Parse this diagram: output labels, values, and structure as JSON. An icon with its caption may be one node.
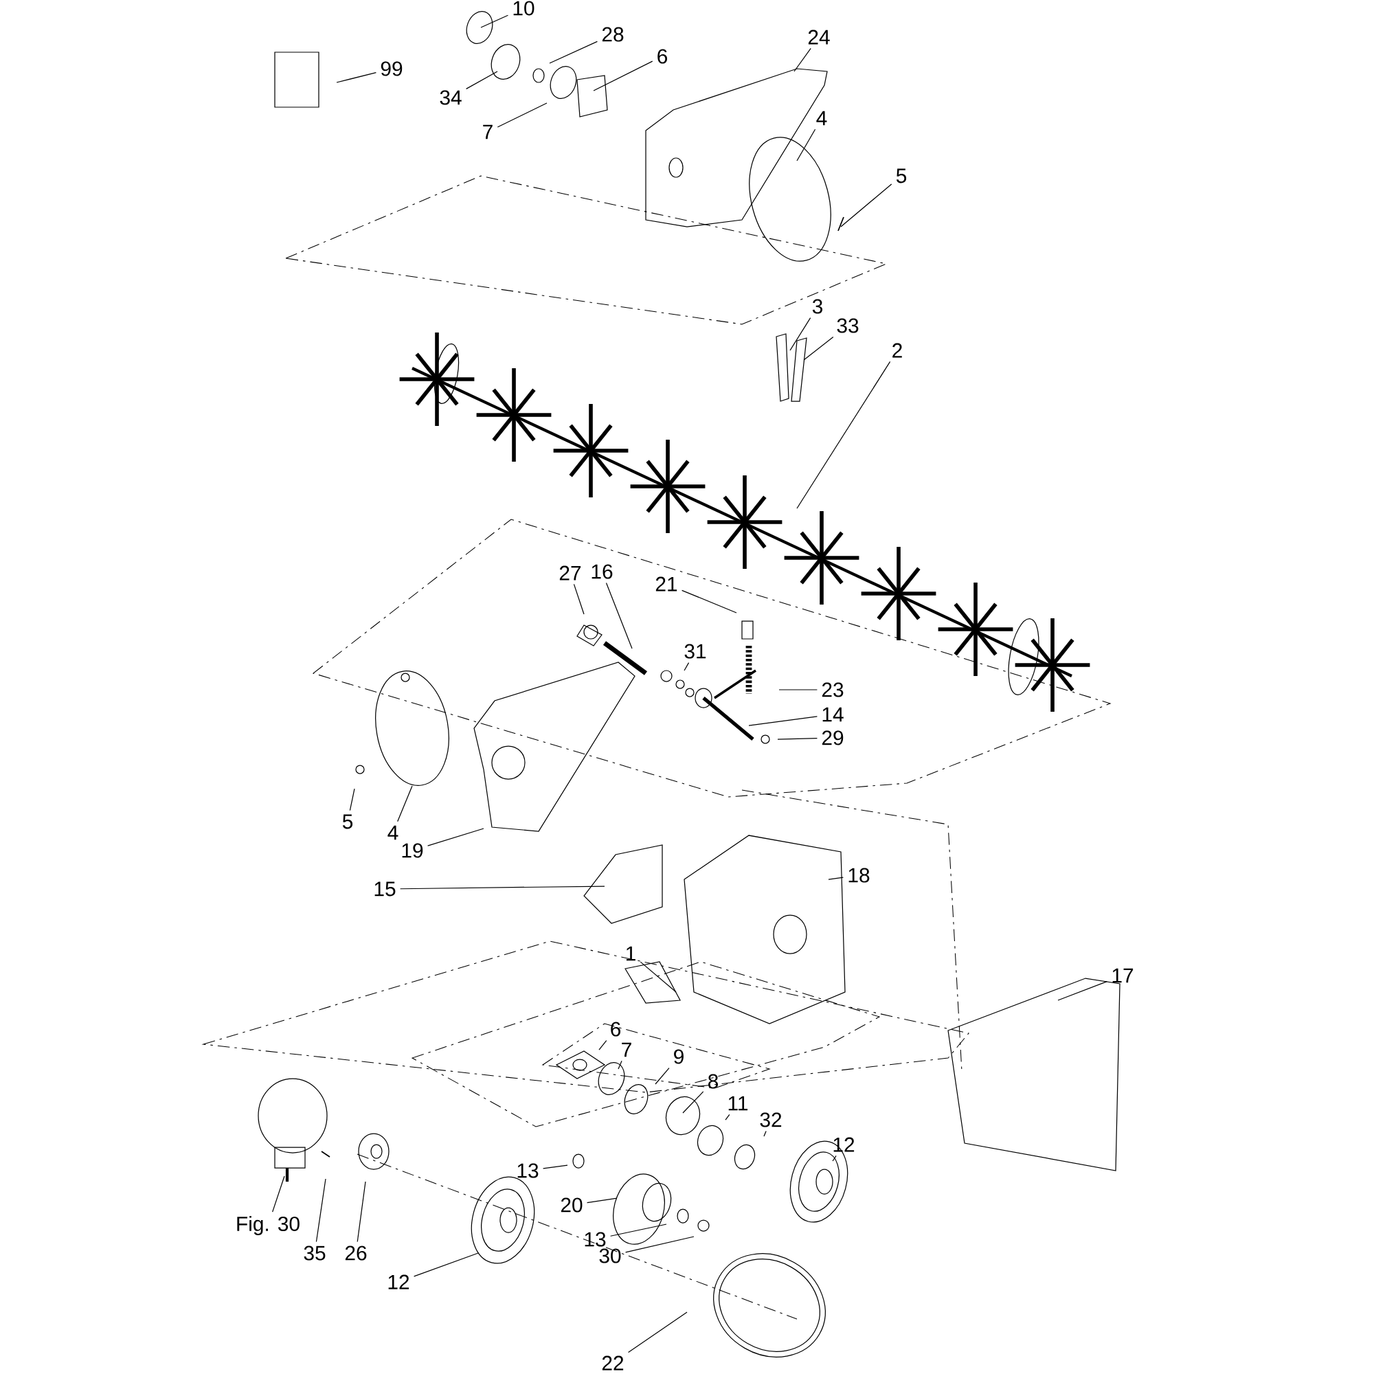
{
  "diagram": {
    "nodes": [
      {
        "text": [
          "10"
        ]
      },
      {
        "text": [
          "28"
        ]
      },
      {
        "text": [
          "6"
        ]
      },
      {
        "text": [
          "24"
        ]
      },
      {
        "text": [
          "99"
        ]
      },
      {
        "text": [
          "34"
        ]
      },
      {
        "text": [
          "7"
        ]
      },
      {
        "text": [
          "4"
        ]
      },
      {
        "text": [
          "5"
        ]
      },
      {
        "text": [
          "3"
        ]
      },
      {
        "text": [
          "33"
        ]
      },
      {
        "text": [
          "2"
        ]
      },
      {
        "text": [
          "27"
        ]
      },
      {
        "text": [
          "16"
        ]
      },
      {
        "text": [
          "21"
        ]
      },
      {
        "text": [
          "31"
        ]
      },
      {
        "text": [
          "23"
        ]
      },
      {
        "text": [
          "14"
        ]
      },
      {
        "text": [
          "29"
        ]
      },
      {
        "text": [
          "5"
        ]
      },
      {
        "text": [
          "4"
        ]
      },
      {
        "text": [
          "19"
        ]
      },
      {
        "text": [
          "15"
        ]
      },
      {
        "text": [
          "18"
        ]
      },
      {
        "text": [
          "1"
        ]
      },
      {
        "text": [
          "17"
        ]
      },
      {
        "text": [
          "6"
        ]
      },
      {
        "text": [
          "7"
        ]
      },
      {
        "text": [
          "9"
        ]
      },
      {
        "text": [
          "8"
        ]
      },
      {
        "text": [
          "11"
        ]
      },
      {
        "text": [
          "32"
        ]
      },
      {
        "text": [
          "12"
        ]
      },
      {
        "text": [
          "13"
        ]
      },
      {
        "text": [
          "20"
        ]
      },
      {
        "text": [
          "13"
        ]
      },
      {
        "text": [
          "30"
        ]
      },
      {
        "text": [
          "Fig. 30"
        ]
      },
      {
        "text": [
          "35"
        ]
      },
      {
        "text": [
          "26"
        ]
      },
      {
        "text": [
          "12"
        ]
      },
      {
        "text": [
          "22"
        ]
      }
    ],
    "edges": [
      {
        "from": 0,
        "to": null,
        "arrow": "none"
      },
      {
        "from": 1,
        "to": null,
        "arrow": "none"
      },
      {
        "from": 2,
        "to": null,
        "arrow": "none"
      },
      {
        "from": 3,
        "to": null,
        "arrow": "none"
      },
      {
        "from": 4,
        "to": null,
        "arrow": "none"
      },
      {
        "from": 5,
        "to": null,
        "arrow": "none"
      },
      {
        "from": 6,
        "to": null,
        "arrow": "none"
      },
      {
        "from": 7,
        "to": null,
        "arrow": "none"
      },
      {
        "from": 8,
        "to": null,
        "arrow": "none"
      },
      {
        "from": 9,
        "to": null,
        "arrow": "none"
      },
      {
        "from": 10,
        "to": null,
        "arrow": "none"
      },
      {
        "from": 11,
        "to": null,
        "arrow": "none"
      },
      {
        "from": 12,
        "to": null,
        "arrow": "none"
      },
      {
        "from": 13,
        "to": null,
        "arrow": "none"
      },
      {
        "from": 14,
        "to": null,
        "arrow": "none"
      },
      {
        "from": 15,
        "to": null,
        "arrow": "none"
      },
      {
        "from": 16,
        "to": null,
        "arrow": "none"
      },
      {
        "from": 17,
        "to": null,
        "arrow": "none"
      },
      {
        "from": 18,
        "to": null,
        "arrow": "none"
      },
      {
        "from": 19,
        "to": null,
        "arrow": "none"
      },
      {
        "from": 20,
        "to": null,
        "arrow": "none"
      },
      {
        "from": 21,
        "to": null,
        "arrow": "none"
      },
      {
        "from": 22,
        "to": null,
        "arrow": "none"
      },
      {
        "from": 23,
        "to": null,
        "arrow": "none"
      },
      {
        "from": 24,
        "to": null,
        "arrow": "none"
      },
      {
        "from": 25,
        "to": null,
        "arrow": "none"
      },
      {
        "from": 26,
        "to": null,
        "arrow": "none"
      },
      {
        "from": 27,
        "to": null,
        "arrow": "none"
      },
      {
        "from": 28,
        "to": null,
        "arrow": "none"
      },
      {
        "from": 29,
        "to": null,
        "arrow": "none"
      },
      {
        "from": 30,
        "to": null,
        "arrow": "none"
      },
      {
        "from": 31,
        "to": null,
        "arrow": "none"
      },
      {
        "from": 32,
        "to": null,
        "arrow": "none"
      },
      {
        "from": 33,
        "to": null,
        "arrow": "none"
      },
      {
        "from": 34,
        "to": null,
        "arrow": "none"
      },
      {
        "from": 35,
        "to": null,
        "arrow": "none"
      },
      {
        "from": 36,
        "to": null,
        "arrow": "none"
      },
      {
        "from": 37,
        "to": null,
        "arrow": "none"
      },
      {
        "from": 38,
        "to": null,
        "arrow": "none"
      },
      {
        "from": 39,
        "to": null,
        "arrow": "none"
      },
      {
        "from": 40,
        "to": null,
        "arrow": "none"
      },
      {
        "from": 41,
        "to": null,
        "arrow": "none"
      }
    ]
  }
}
